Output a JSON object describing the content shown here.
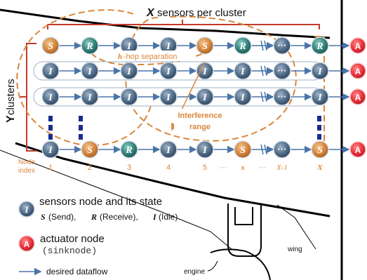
{
  "header": {
    "x_symbol": "X",
    "x_label": "sensors per cluster"
  },
  "side": {
    "y_symbol": "Y",
    "y_label": "clusters"
  },
  "hop": {
    "h_symbol": "h",
    "label": "-hop separation"
  },
  "interference": {
    "line1": "Interference",
    "line2": "range"
  },
  "node_index": {
    "title_line1": "Node",
    "title_line2": "index",
    "labels": [
      "1",
      "2",
      "3",
      "4",
      "5",
      "···",
      "x",
      "···",
      "X-1",
      "X"
    ]
  },
  "rows": [
    [
      "S",
      "R",
      "I",
      "I",
      "S",
      "R",
      "···",
      "R"
    ],
    [
      "I",
      "I",
      "I",
      "I",
      "I",
      "I",
      "···",
      "I"
    ],
    [
      "I",
      "I",
      "I",
      "I",
      "I",
      "I",
      "···",
      "I"
    ],
    [
      "I",
      "S",
      "R",
      "I",
      "I",
      "S",
      "···",
      "S"
    ]
  ],
  "actuator_letter": "A",
  "legend": {
    "sensor_title": "sensors node and its state",
    "states": [
      {
        "letter": "S",
        "text": "(Send),"
      },
      {
        "letter": "R",
        "text": "(Receive),"
      },
      {
        "letter": "I",
        "text": "(Idle)"
      }
    ],
    "sensor_icon_letter": "I",
    "actuator_title": "actuator node",
    "actuator_sub": "(sinknode)",
    "dataflow": "desired dataflow"
  },
  "airframe": {
    "wing": "wing",
    "engine": "engine"
  },
  "colors": {
    "sensor_node": "#4e6a86",
    "send_node": "#d3843a",
    "receive_node": "#2f7f78",
    "actuator_node": "#e8303a",
    "arrow": "#4a74a8",
    "highlight": "#d9873a",
    "bracket": "#c23a2a",
    "ellipsis_dots": "#1a2c8c"
  }
}
